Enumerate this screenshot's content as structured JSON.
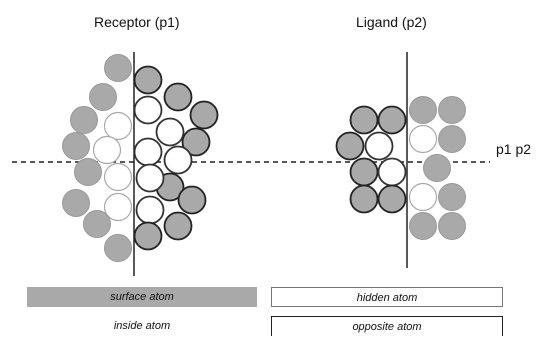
{
  "receptor_title": "Receptor (p1)",
  "ligand_title": "Ligand (p2)",
  "plane_label": "p1 p2",
  "legend": {
    "surface": "surface atom",
    "hidden": "hidden atom",
    "inside": "inside atom",
    "opposite": "opposite atom"
  },
  "colors": {
    "surface_fill": "#a9a9a9",
    "surface_stroke": "#999999",
    "inside_fill": "#ffffff",
    "inside_stroke": "#aaaaaa",
    "hidden_stroke": "#333333",
    "opposite_fill": "#a9a9a9",
    "opposite_stroke": "#222222",
    "line": "#222222"
  }
}
